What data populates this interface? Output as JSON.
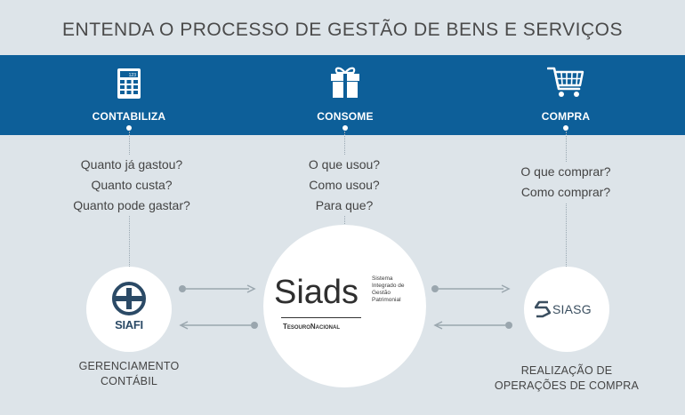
{
  "title": "ENTENDA O PROCESSO DE GESTÃO DE BENS E SERVIÇOS",
  "colors": {
    "background": "#dde4e9",
    "band": "#0d5f99",
    "text": "#444444",
    "arrow": "#9aa6ae"
  },
  "steps": [
    {
      "label": "CONTABILIZA",
      "icon": "calculator-icon",
      "questions": [
        "Quanto já gastou?",
        "Quanto custa?",
        "Quanto pode gastar?"
      ]
    },
    {
      "label": "CONSOME",
      "icon": "gift-icon",
      "questions": [
        "O que usou?",
        "Como usou?",
        "Para que?"
      ]
    },
    {
      "label": "COMPRA",
      "icon": "shopping-cart-icon",
      "questions": [
        "O que comprar?",
        "Como comprar?"
      ]
    }
  ],
  "systems": {
    "siafi": {
      "name": "SIAFI",
      "caption_line1": "GERENCIAMENTO",
      "caption_line2": "CONTÁBIL"
    },
    "siads": {
      "name": "Siads",
      "desc_line1": "Sistema",
      "desc_line2": "Integrado de",
      "desc_line3": "Gestão",
      "desc_line4": "Patrimonial",
      "org": "TesouroNacional"
    },
    "siasg": {
      "name": "SIASG",
      "caption_line1": "REALIZAÇÃO DE",
      "caption_line2": "OPERAÇÕES DE COMPRA"
    }
  },
  "calculator_display": "123"
}
